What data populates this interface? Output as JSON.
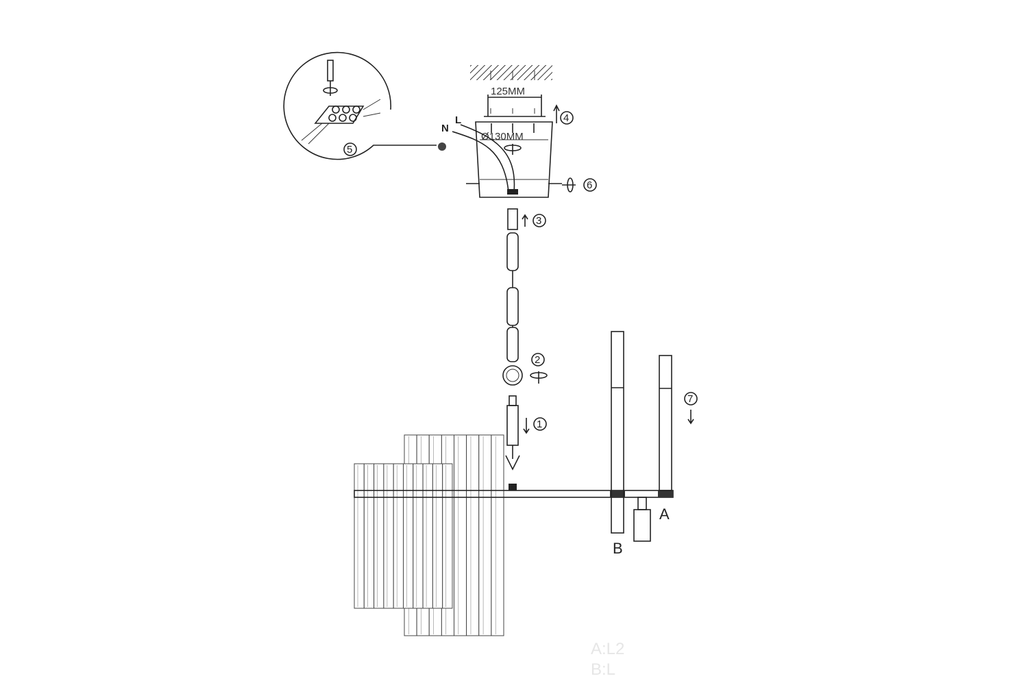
{
  "diagram": {
    "dimensions": {
      "bracket_width": "125MM",
      "canopy_diameter": "Ø130MM"
    },
    "wire_labels": {
      "neutral": "N",
      "live": "L"
    },
    "steps": [
      "1",
      "2",
      "3",
      "4",
      "5",
      "6",
      "7"
    ],
    "part_labels": {
      "a": "A",
      "b": "B"
    },
    "faint_notes": [
      "A:L2",
      "B:L"
    ]
  }
}
